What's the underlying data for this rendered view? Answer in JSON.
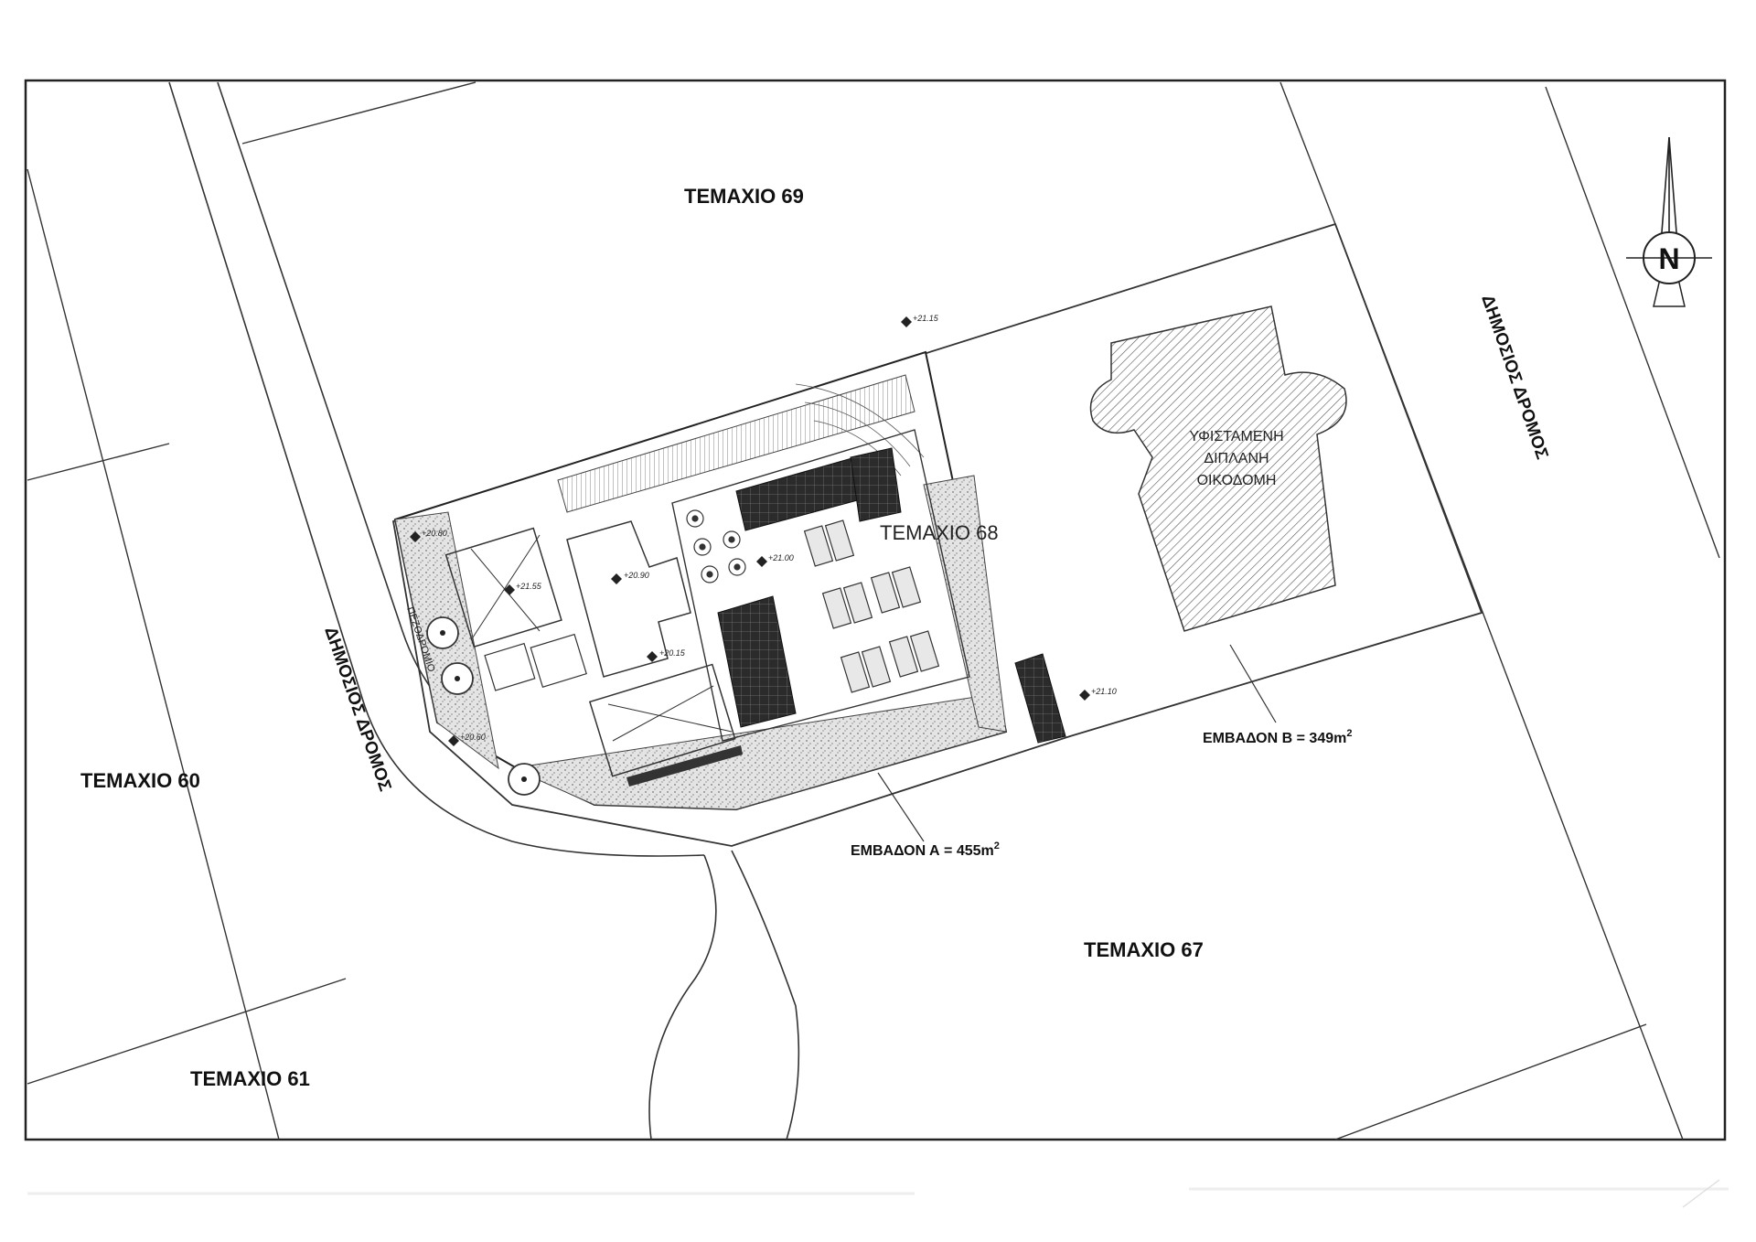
{
  "parcels": {
    "t69": "ΤΕΜΑΧΙΟ 69",
    "t68": "ΤΕΜΑΧΙΟ 68",
    "t67": "ΤΕΜΑΧΙΟ 67",
    "t60": "ΤΕΜΑΧΙΟ 60",
    "t61": "ΤΕΜΑΧΙΟ 61"
  },
  "roads": {
    "left": "ΔΗΜΟΣΙΟΣ ΔΡΟΜΟΣ",
    "right": "ΔΗΜΟΣΙΟΣ ΔΡΟΜΟΣ",
    "sidewalk": "ΠΕΖΟΔΡΟΜΙΟ"
  },
  "existing_building": [
    "ΥΦΙΣΤΑΜΕΝΗ",
    "ΔΙΠΛΑΝΗ",
    "ΟΙΚΟΔΟΜΗ"
  ],
  "areas": {
    "a_label": "ΕΜΒΑΔΟΝ Α = 455m",
    "b_label": "ΕΜΒΑΔΟΝ Β = 349m",
    "sup": "2"
  },
  "north": "N",
  "levels": {
    "l1": "+21.15",
    "l2": "+20.90",
    "l3": "+20.15",
    "l4": "+21.10",
    "l5": "+21.00",
    "l6": "+20.80",
    "l7": "+21.55",
    "l8": "+20.60"
  },
  "colors": {
    "line": "#222222",
    "hatch": "#555555",
    "panel": "#2b2b2b",
    "paving": "#dcdcdc"
  }
}
